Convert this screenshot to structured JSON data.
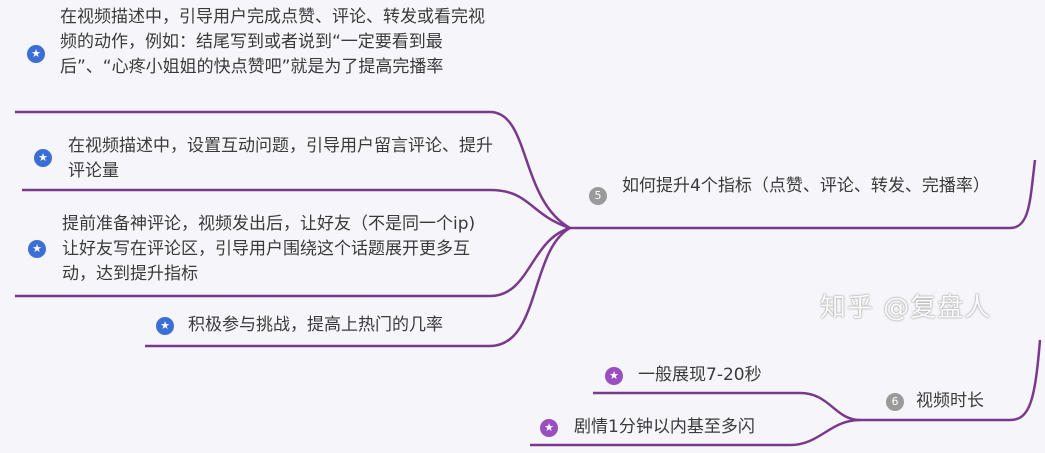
{
  "colors": {
    "branch": "#7a3a8c",
    "blue_icon": "#3b6fd6",
    "purple_icon": "#9a4fc0"
  },
  "topics": [
    {
      "number": "5",
      "label": "如何提升4个指标（点赞、评论、转发、完播率）",
      "children": [
        {
          "icon": "star-icon",
          "text": "在视频描述中，引导用户完成点赞、评论、转发或看完视频的动作，例如：结尾写到或者说到“一定要看到最后”、“心疼小姐姐的快点赞吧”就是为了提高完播率"
        },
        {
          "icon": "star-icon",
          "text": "在视频描述中，设置互动问题，引导用户留言评论、提升评论量"
        },
        {
          "icon": "star-icon",
          "text": "提前准备神评论，视频发出后，让好友（不是同一个ip)让好友写在评论区，引导用户围绕这个话题展开更多互动，达到提升指标"
        },
        {
          "icon": "star-icon",
          "text": "积极参与挑战，提高上热门的几率"
        }
      ]
    },
    {
      "number": "6",
      "label": "视频时长",
      "children": [
        {
          "icon": "star-icon",
          "text": "一般展现7-20秒"
        },
        {
          "icon": "star-icon",
          "text": "剧情1分钟以内基至多闪"
        }
      ]
    }
  ],
  "watermark": "知乎 @复盘人"
}
